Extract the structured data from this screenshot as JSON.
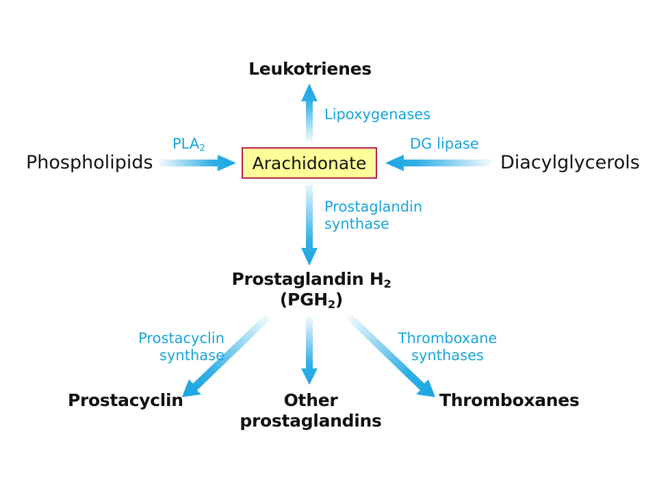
{
  "diagram": {
    "center_node": "Arachidonate",
    "inputs": [
      {
        "label": "Phospholipids",
        "enzyme": "PLA",
        "enzyme_sub": "2"
      },
      {
        "label": "Diacylglycerols",
        "enzyme": "DG lipase"
      }
    ],
    "up": {
      "enzyme": "Lipoxygenases",
      "product": "Leukotrienes"
    },
    "down": {
      "enzyme_line1": "Prostaglandin",
      "enzyme_line2": "synthase",
      "product_line1": "Prostaglandin H",
      "product_line1_sub": "2",
      "product_line2_pre": "(PGH",
      "product_line2_sub": "2",
      "product_line2_post": ")"
    },
    "branches": [
      {
        "enzyme_line1": "Prostacyclin",
        "enzyme_line2": "synthase",
        "product": "Prostacyclin"
      },
      {
        "product_line1": "Other",
        "product_line2": "prostaglandins"
      },
      {
        "enzyme_line1": "Thromboxane",
        "enzyme_line2": "synthases",
        "product": "Thromboxanes"
      }
    ],
    "colors": {
      "arrow": "#1aa6e2",
      "box_fill": "#ffff99",
      "box_border": "#b3185a",
      "enzyme_text": "#15a3dc"
    }
  }
}
